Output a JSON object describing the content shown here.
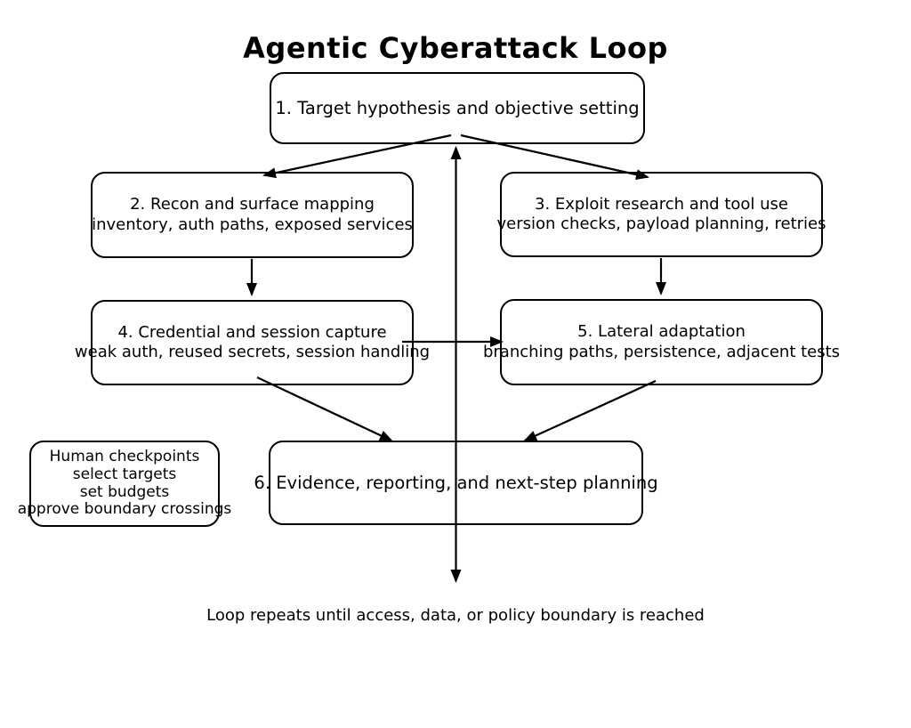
{
  "title": "Agentic Cyberattack Loop",
  "boxes": {
    "step1": {
      "line1": "1. Target hypothesis and objective setting"
    },
    "step2": {
      "line1": "2. Recon and surface mapping",
      "line2": "inventory, auth paths, exposed services"
    },
    "step3": {
      "line1": "3. Exploit research and tool use",
      "line2": "version checks, payload planning, retries"
    },
    "step4": {
      "line1": "4. Credential and session capture",
      "line2": "weak auth, reused secrets, session handling"
    },
    "step5": {
      "line1": "5. Lateral adaptation",
      "line2": "branching paths, persistence, adjacent tests"
    },
    "step6": {
      "line1": "6. Evidence, reporting, and next-step planning"
    },
    "human_checkpoints": {
      "line1": "Human checkpoints",
      "line2": "select targets",
      "line3": "set budgets",
      "line4": "approve boundary crossings"
    }
  },
  "footer": {
    "note": "Loop repeats until access, data, or policy boundary is reached"
  },
  "colors": {
    "ink": "#000000",
    "background": "#ffffff"
  }
}
